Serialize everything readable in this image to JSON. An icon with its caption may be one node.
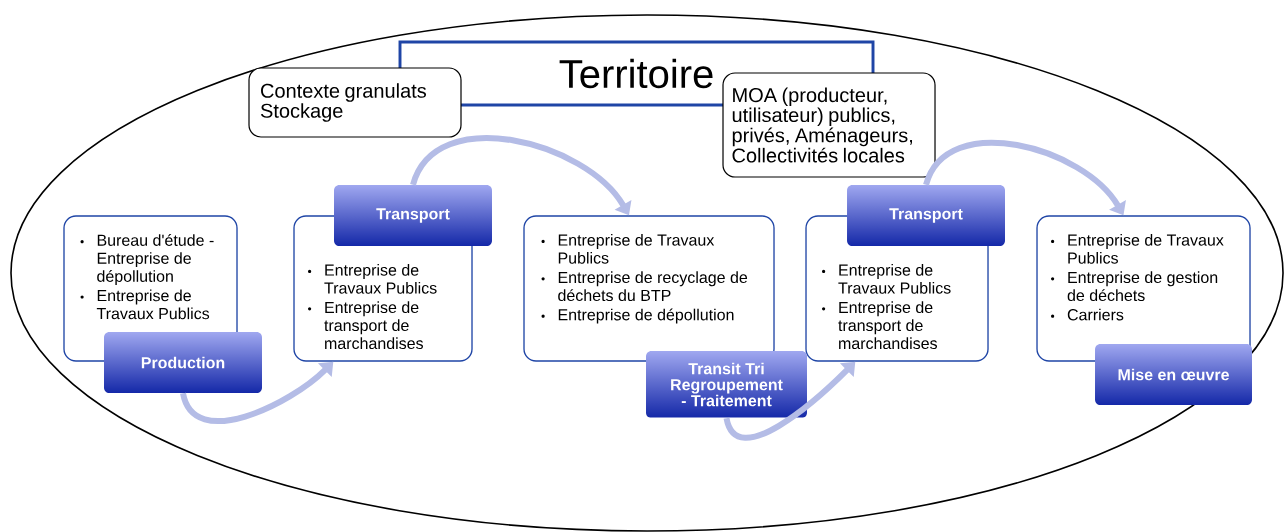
{
  "diagram": {
    "nodes": [
      {
        "text": [
          "Territoire"
        ]
      },
      {
        "text": [
          "Contexte granulats Stockage"
        ]
      },
      {
        "text": [
          "MOA (producteur, utilisateur) publics, privés, Aménageurs, Collectivités locales"
        ]
      },
      {
        "text": [
          "Bureau d'étude - Entreprise de dépollution",
          "Entreprise de Travaux Publics"
        ]
      },
      {
        "text": [
          "Production"
        ]
      },
      {
        "text": [
          "Transport"
        ]
      },
      {
        "text": [
          "Entreprise de Travaux Publics",
          "Entreprise de transport de marchandises"
        ]
      },
      {
        "text": [
          "Entreprise de Travaux Publics",
          "Entreprise de recyclage de déchets du BTP",
          "Entreprise de dépollution"
        ]
      },
      {
        "text": [
          "Transit Tri Regroupement - Traitement"
        ]
      },
      {
        "text": [
          "Transport"
        ]
      },
      {
        "text": [
          "Entreprise de Travaux Publics",
          "Entreprise de transport de marchandises"
        ]
      },
      {
        "text": [
          "Entreprise de Travaux Publics",
          "Entreprise de gestion de déchets",
          "Carriers"
        ]
      },
      {
        "text": [
          "Mise en œuvre"
        ]
      }
    ],
    "edges": [
      {
        "from": 4,
        "to": 6,
        "arrow": "to"
      },
      {
        "from": 5,
        "to": 7,
        "arrow": "to"
      },
      {
        "from": 8,
        "to": 10,
        "arrow": "to"
      },
      {
        "from": 9,
        "to": 11,
        "arrow": "to"
      }
    ]
  }
}
